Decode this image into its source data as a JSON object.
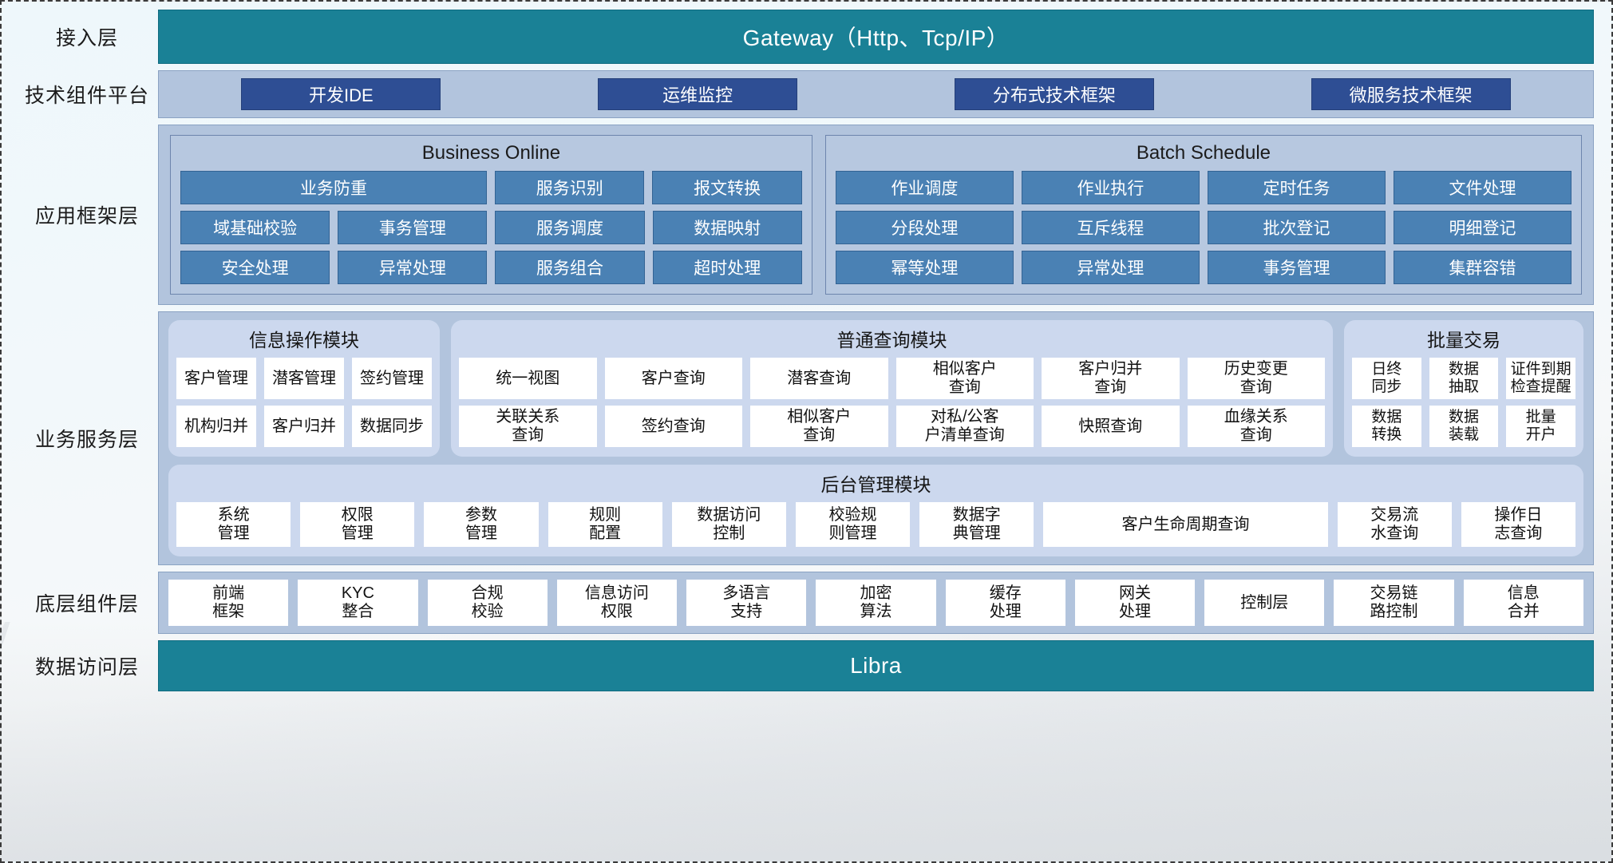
{
  "layers": {
    "access": {
      "label": "接入层",
      "bar_text": "Gateway（Http、Tcp/IP）",
      "color": "#1a8196"
    },
    "tech": {
      "label": "技术组件平台",
      "chips": [
        "开发IDE",
        "运维监控",
        "分布式技术框架",
        "微服务技术框架"
      ],
      "chip_color": "#2e4e94"
    },
    "appframe": {
      "label": "应用框架层"
    },
    "bizservice": {
      "label": "业务服务层"
    },
    "component": {
      "label": "底层组件层"
    },
    "dataaccess": {
      "label": "数据访问层",
      "bar_text": "Libra",
      "color": "#1a8196"
    }
  },
  "app_groups": [
    {
      "title": "Business Online",
      "rows": [
        [
          {
            "text": "业务防重",
            "span": 2
          },
          {
            "text": "服务识别",
            "span": 1
          },
          {
            "text": "报文转换",
            "span": 1
          }
        ],
        [
          {
            "text": "域基础校验",
            "span": 1
          },
          {
            "text": "事务管理",
            "span": 1
          },
          {
            "text": "服务调度",
            "span": 1
          },
          {
            "text": "数据映射",
            "span": 1
          }
        ],
        [
          {
            "text": "安全处理",
            "span": 1
          },
          {
            "text": "异常处理",
            "span": 1
          },
          {
            "text": "服务组合",
            "span": 1
          },
          {
            "text": "超时处理",
            "span": 1
          }
        ]
      ]
    },
    {
      "title": "Batch Schedule",
      "rows": [
        [
          {
            "text": "作业调度",
            "span": 1
          },
          {
            "text": "作业执行",
            "span": 1
          },
          {
            "text": "定时任务",
            "span": 1
          },
          {
            "text": "文件处理",
            "span": 1
          }
        ],
        [
          {
            "text": "分段处理",
            "span": 1
          },
          {
            "text": "互斥线程",
            "span": 1
          },
          {
            "text": "批次登记",
            "span": 1
          },
          {
            "text": "明细登记",
            "span": 1
          }
        ],
        [
          {
            "text": "幂等处理",
            "span": 1
          },
          {
            "text": "异常处理",
            "span": 1
          },
          {
            "text": "事务管理",
            "span": 1
          },
          {
            "text": "集群容错",
            "span": 1
          }
        ]
      ]
    }
  ],
  "biz_modules": {
    "info": {
      "title": "信息操作模块",
      "rows": [
        [
          "客户管理",
          "潜客管理",
          "签约管理"
        ],
        [
          "机构归并",
          "客户归并",
          "数据同步"
        ]
      ]
    },
    "query": {
      "title": "普通查询模块",
      "rows": [
        [
          "统一视图",
          "客户查询",
          "潜客查询",
          "相似客户\n查询",
          "客户归并\n查询",
          "历史变更\n查询"
        ],
        [
          "关联关系\n查询",
          "签约查询",
          "相似客户\n查询",
          "对私/公客\n户清单查询",
          "快照查询",
          "血缘关系\n查询"
        ]
      ]
    },
    "batch": {
      "title": "批量交易",
      "rows": [
        [
          "日终\n同步",
          "数据\n抽取",
          "证件到期\n检查提醒"
        ],
        [
          "数据\n转换",
          "数据\n装载",
          "批量\n开户"
        ]
      ]
    },
    "admin": {
      "title": "后台管理模块",
      "cells": [
        {
          "text": "系统\n管理",
          "wide": false
        },
        {
          "text": "权限\n管理",
          "wide": false
        },
        {
          "text": "参数\n管理",
          "wide": false
        },
        {
          "text": "规则\n配置",
          "wide": false
        },
        {
          "text": "数据访问\n控制",
          "wide": false
        },
        {
          "text": "校验规\n则管理",
          "wide": false
        },
        {
          "text": "数据字\n典管理",
          "wide": false
        },
        {
          "text": "客户生命周期查询",
          "wide": true
        },
        {
          "text": "交易流\n水查询",
          "wide": false
        },
        {
          "text": "操作日\n志查询",
          "wide": false
        }
      ]
    }
  },
  "component_cells": [
    "前端\n框架",
    "KYC\n整合",
    "合规\n校验",
    "信息访问\n权限",
    "多语言\n支持",
    "加密\n算法",
    "缓存\n处理",
    "网关\n处理",
    "控制层",
    "交易链\n路控制",
    "信息\n合并"
  ],
  "palette": {
    "teal": "#1a8196",
    "band": "#b2c4dd",
    "group_bg": "#b7c8e0",
    "chip_blue": "#4a81b4",
    "tech_chip": "#2e4e94",
    "module_bg": "#ccd8ee",
    "cell_white": "#ffffff"
  }
}
